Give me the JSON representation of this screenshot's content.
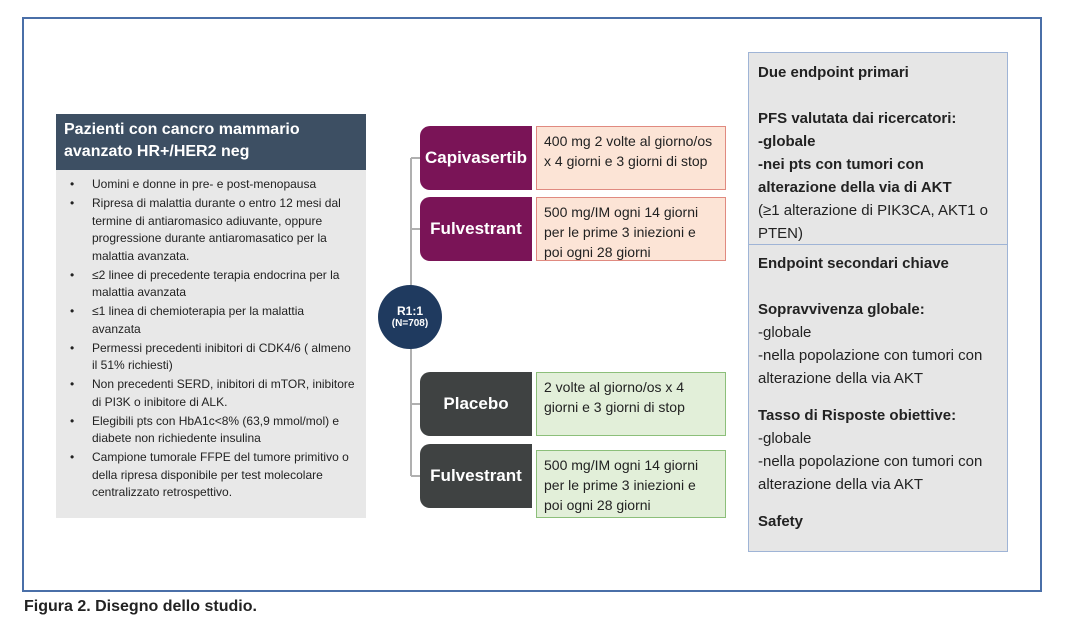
{
  "patients": {
    "title": "Pazienti con cancro mammario avanzato HR+/HER2 neg",
    "criteria": [
      "Uomini e donne in pre- e post-menopausa",
      "Ripresa di malattia durante o entro 12 mesi dal termine di antiaromasico adiuvante, oppure progressione durante antiaromasatico per la malattia avanzata.",
      "≤2 linee di precedente terapia endocrina per la malattia avanzata",
      "≤1 linea di chemioterapia per la malattia avanzata",
      "Permessi precedenti inibitori di CDK4/6 ( almeno il 51% richiesti)",
      "Non precedenti SERD, inibitori di mTOR, inibitore di PI3K o inibitore di ALK.",
      "Elegibili pts con HbA1c<8% (63,9 mmol/mol) e diabete non richiedente insulina",
      "Campione tumorale FFPE del tumore primitivo o della ripresa disponibile per test molecolare centralizzato retrospettivo."
    ]
  },
  "randomization": {
    "ratio": "R1:1",
    "n": "(N=708)"
  },
  "arms": {
    "experimental": [
      {
        "name": "Capivasertib",
        "dose": "400 mg 2 volte al giorno/os  x 4 giorni e 3 giorni di stop"
      },
      {
        "name": "Fulvestrant",
        "dose": "500 mg/IM ogni 14 giorni per le prime 3 iniezioni e poi ogni 28 giorni"
      }
    ],
    "control": [
      {
        "name": "Placebo",
        "dose": "2 volte al giorno/os x 4 giorni e 3 giorni di stop"
      },
      {
        "name": "Fulvestrant",
        "dose": "500 mg/IM ogni 14 giorni per le prime 3 iniezioni e poi ogni 28 giorni"
      }
    ]
  },
  "endpoints": {
    "primary": {
      "title": "Due endpoint primari",
      "pfs_title": "PFS valutata dai ricercatori:",
      "items": [
        "-globale",
        "-nei pts con tumori con alterazione della via di AKT"
      ],
      "note": "(≥1 alterazione di PIK3CA, AKT1 o PTEN)"
    },
    "secondary": {
      "title": "Endpoint secondari chiave",
      "os_title": "Sopravvivenza globale:",
      "os_items": [
        "-globale",
        "-nella popolazione con tumori con alterazione della via AKT"
      ],
      "orr_title": "Tasso di Risposte obiettive:",
      "orr_items": [
        "-globale",
        "-nella popolazione con tumori con alterazione della via AKT"
      ],
      "safety": "Safety"
    }
  },
  "caption": "Figura 2. Disegno dello studio.",
  "colors": {
    "patient_header": "#3d4f63",
    "experimental_arm": "#7a1457",
    "control_arm": "#3f4242",
    "experimental_box": "#fce4d6",
    "control_box": "#e2efd9",
    "randomization_circle": "#1f3a5f",
    "frame": "#4a6fa8"
  }
}
